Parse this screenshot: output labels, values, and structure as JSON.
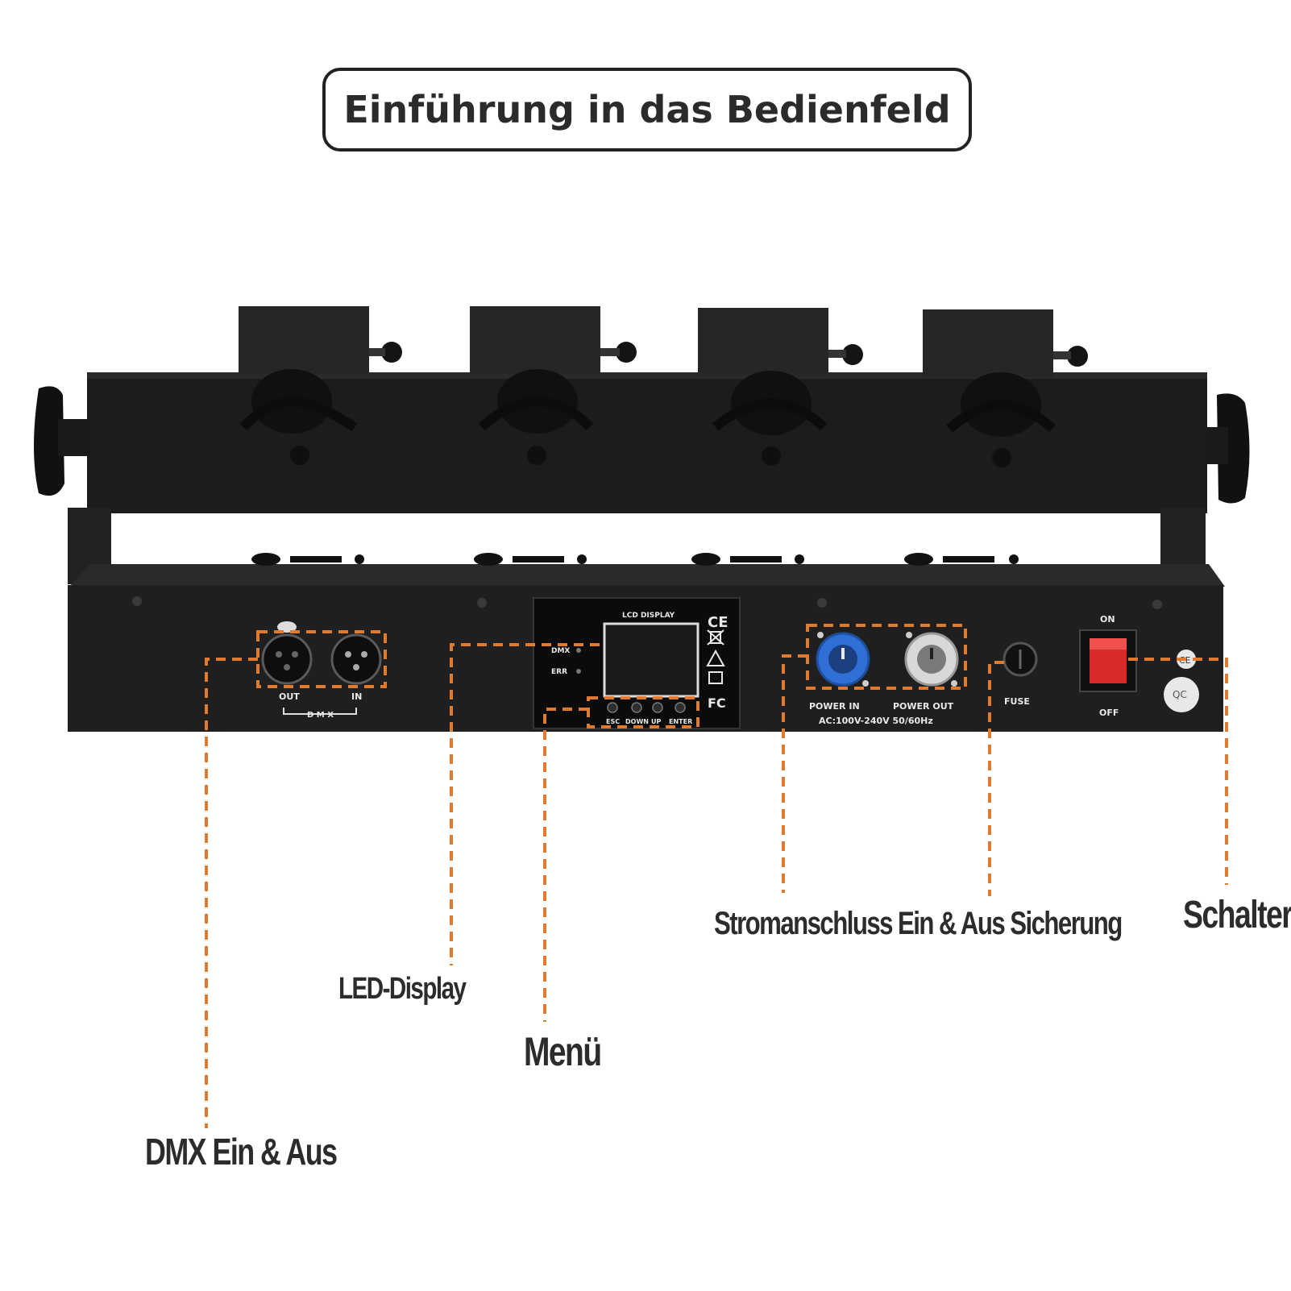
{
  "title": "Einführung in das Bedienfeld",
  "callouts": {
    "dmx": "DMX Ein & Aus",
    "led_display": "LED-Display",
    "menu": "Menü",
    "power": "Stromanschluss Ein & Aus Sicherung",
    "switch": "Schalter"
  },
  "device_labels": {
    "lcd_display": "LCD DISPLAY",
    "dmx_led": "DMX",
    "err_led": "ERR",
    "btn_esc": "ESC",
    "btn_down": "DOWN",
    "btn_up": "UP",
    "btn_enter": "ENTER",
    "dmx_out": "OUT",
    "dmx_in": "IN",
    "dmx_group": "D M X",
    "power_in": "POWER IN",
    "power_out": "POWER OUT",
    "voltage": "AC:100V-240V  50/60Hz",
    "fuse": "FUSE",
    "on": "ON",
    "off": "OFF",
    "ce": "CE",
    "fc": "FC",
    "qc": "QC"
  },
  "colors": {
    "callout_line": "#e07a2e",
    "device_body": "#1e1e1e",
    "power_in_connector": "#2f6fd6",
    "switch_red": "#d92a2a"
  }
}
